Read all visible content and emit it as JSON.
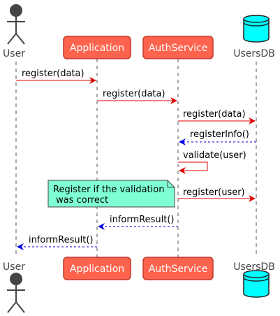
{
  "participants": [
    {
      "id": "user",
      "label": "User",
      "kind": "actor"
    },
    {
      "id": "app",
      "label": "Application",
      "kind": "participant"
    },
    {
      "id": "auth",
      "label": "AuthService",
      "kind": "participant"
    },
    {
      "id": "db",
      "label": "UsersDB",
      "kind": "database"
    }
  ],
  "messages": [
    {
      "label": "register(data)",
      "from": "user",
      "to": "app",
      "style": "solid"
    },
    {
      "label": "register(data)",
      "from": "app",
      "to": "auth",
      "style": "solid"
    },
    {
      "label": "register(data)",
      "from": "auth",
      "to": "db",
      "style": "solid"
    },
    {
      "label": "registerInfo()",
      "from": "db",
      "to": "auth",
      "style": "dashed"
    },
    {
      "label": "validate(user)",
      "from": "auth",
      "to": "auth",
      "style": "solid"
    },
    {
      "label": "register(user)",
      "from": "auth",
      "to": "db",
      "style": "solid"
    },
    {
      "label": "informResult()",
      "from": "auth",
      "to": "app",
      "style": "dashed"
    },
    {
      "label": "informResult()",
      "from": "app",
      "to": "user",
      "style": "dashed"
    }
  ],
  "note": {
    "lines": [
      "Register if the validation",
      " was correct"
    ]
  },
  "colors": {
    "participant_fill": "#fe634e",
    "participant_border": "#c23a2a",
    "database_fill": "#00ffff",
    "note_fill": "#7fffd4",
    "request_arrow": "#e00000",
    "response_arrow": "#0000e0",
    "lifeline": "#555555"
  }
}
